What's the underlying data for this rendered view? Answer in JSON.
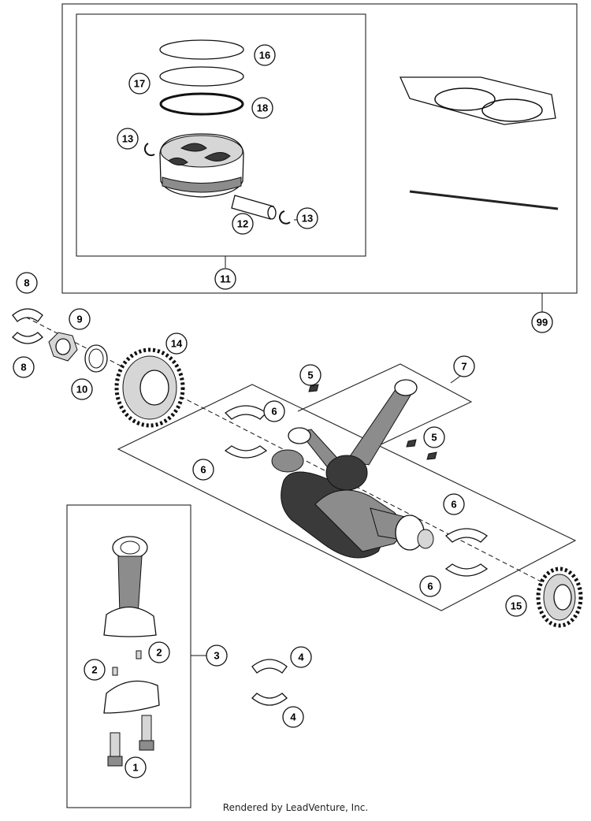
{
  "diagram": {
    "callouts": [
      {
        "id": "c16",
        "label": "16"
      },
      {
        "id": "c17",
        "label": "17"
      },
      {
        "id": "c18",
        "label": "18"
      },
      {
        "id": "c13a",
        "label": "13"
      },
      {
        "id": "c12",
        "label": "12"
      },
      {
        "id": "c13b",
        "label": "13"
      },
      {
        "id": "c11",
        "label": "11"
      },
      {
        "id": "c99",
        "label": "99"
      },
      {
        "id": "c8a",
        "label": "8"
      },
      {
        "id": "c8b",
        "label": "8"
      },
      {
        "id": "c9",
        "label": "9"
      },
      {
        "id": "c10",
        "label": "10"
      },
      {
        "id": "c14",
        "label": "14"
      },
      {
        "id": "c5a",
        "label": "5"
      },
      {
        "id": "c5b",
        "label": "5"
      },
      {
        "id": "c7",
        "label": "7"
      },
      {
        "id": "c6a",
        "label": "6"
      },
      {
        "id": "c6b",
        "label": "6"
      },
      {
        "id": "c6c",
        "label": "6"
      },
      {
        "id": "c6d",
        "label": "6"
      },
      {
        "id": "c15",
        "label": "15"
      },
      {
        "id": "c3",
        "label": "3"
      },
      {
        "id": "c2a",
        "label": "2"
      },
      {
        "id": "c2b",
        "label": "2"
      },
      {
        "id": "c4a",
        "label": "4"
      },
      {
        "id": "c4b",
        "label": "4"
      },
      {
        "id": "c1",
        "label": "1"
      }
    ],
    "footer": "Rendered by LeadVenture, Inc."
  }
}
